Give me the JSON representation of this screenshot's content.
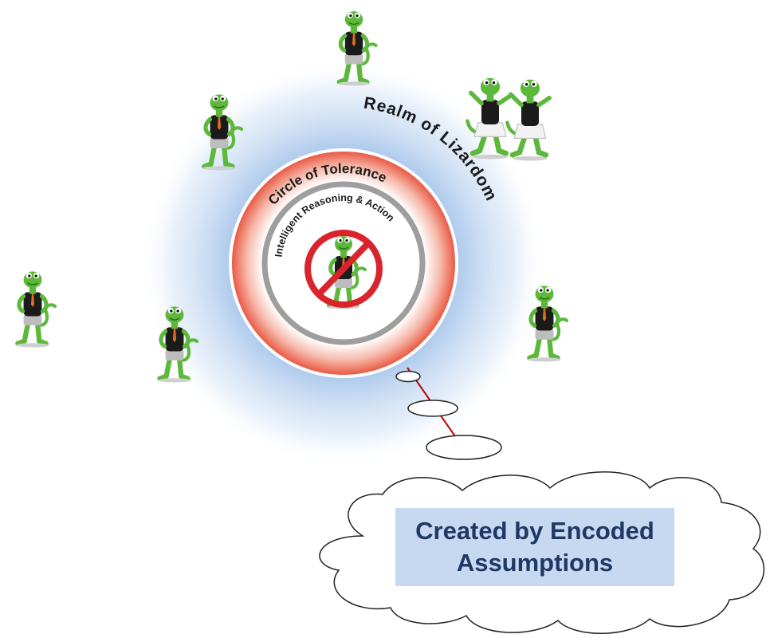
{
  "labels": {
    "realm": "Realm of Lizardom",
    "circle": "Circle of Tolerance",
    "inner": "Intelligent Reasoning & Action",
    "callout_line1": "Created by Encoded",
    "callout_line2": "Assumptions"
  },
  "icons": {
    "lizard": "lizard-icon",
    "prohibited": "prohibited-sign-icon",
    "thought": "thought-cloud-icon"
  },
  "colors": {
    "realm_glow": "#7fa9dd",
    "circle_ring": "#e8503a",
    "inner_ring": "#9e9e9e",
    "no_sign": "#d9242b",
    "callout_fill": "#c6d9f0",
    "callout_text": "#1f3864",
    "lizard_green": "#5cb83a"
  }
}
